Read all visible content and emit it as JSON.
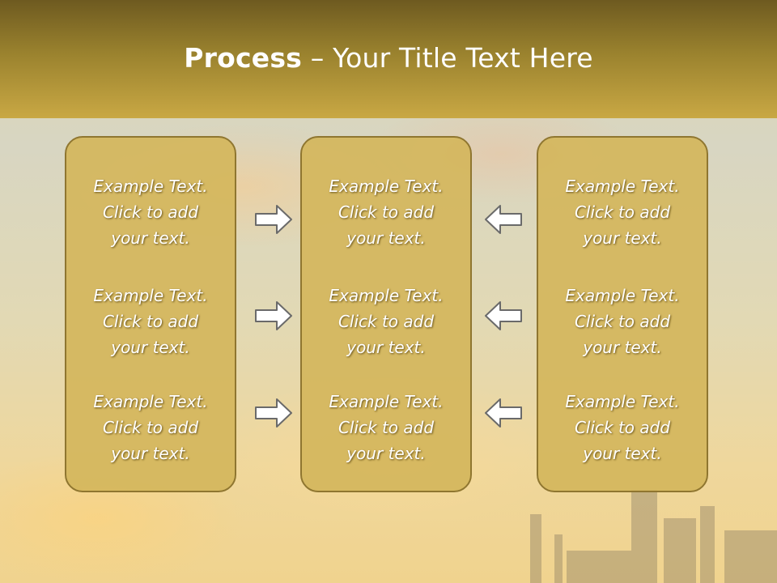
{
  "header": {
    "title_bold": "Process",
    "title_rest": " – Your Title Text Here"
  },
  "columns": [
    {
      "blocks": [
        {
          "line1": "Example Text.",
          "line2": "Click  to add",
          "line3": "your text."
        },
        {
          "line1": "Example Text.",
          "line2": "Click  to add",
          "line3": "your text."
        },
        {
          "line1": "Example Text.",
          "line2": "Click  to add",
          "line3": "your text."
        }
      ]
    },
    {
      "blocks": [
        {
          "line1": "Example Text.",
          "line2": "Click  to add",
          "line3": "your text."
        },
        {
          "line1": "Example Text.",
          "line2": "Click  to add",
          "line3": "your text."
        },
        {
          "line1": "Example Text.",
          "line2": "Click  to add",
          "line3": "your text."
        }
      ]
    },
    {
      "blocks": [
        {
          "line1": "Example Text.",
          "line2": "Click  to add",
          "line3": "your text."
        },
        {
          "line1": "Example Text.",
          "line2": "Click  to add",
          "line3": "your text."
        },
        {
          "line1": "Example Text.",
          "line2": "Click  to add",
          "line3": "your text."
        }
      ]
    }
  ],
  "arrows": {
    "left_group": [
      "arrow-right-icon",
      "arrow-right-icon",
      "arrow-right-icon"
    ],
    "right_group": [
      "arrow-left-icon",
      "arrow-left-icon",
      "arrow-left-icon"
    ]
  },
  "colors": {
    "header_dark": "#6e5a20",
    "header_light": "#c9a844",
    "box_fill": "#d4b65c",
    "box_border": "#8f7630",
    "text": "#ffffff"
  }
}
